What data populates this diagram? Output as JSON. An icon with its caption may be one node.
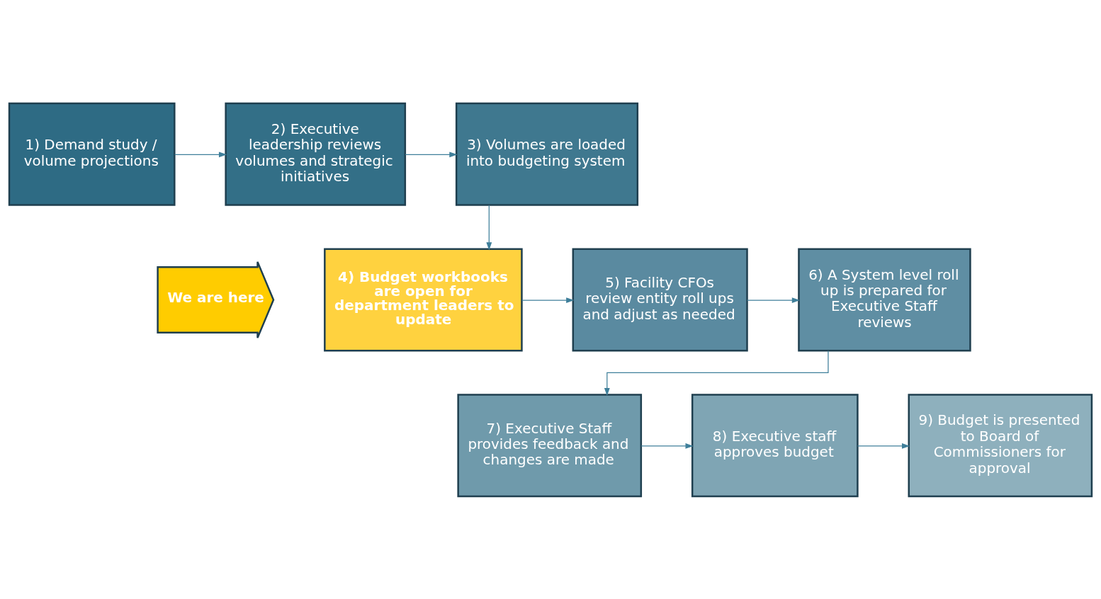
{
  "diagram": {
    "nodes": [
      {
        "text": [
          "We are here"
        ]
      },
      {
        "text": [
          "1) Demand study / volume projections"
        ]
      },
      {
        "text": [
          "2) Executive leadership reviews volumes and strategic initiatives"
        ]
      },
      {
        "text": [
          "3) Volumes are loaded into budgeting system"
        ]
      },
      {
        "text": [
          "4) Budget workbooks are open for department leaders to update"
        ]
      },
      {
        "text": [
          "5) Facility CFOs review entity roll ups and adjust as needed"
        ]
      },
      {
        "text": [
          "6) A System level roll up is prepared for Executive Staff reviews"
        ]
      },
      {
        "text": [
          "7) Executive Staff provides feedback and changes are made"
        ]
      },
      {
        "text": [
          "8) Executive staff approves budget"
        ]
      },
      {
        "text": [
          "9) Budget is presented to Board of Commissioners for approval"
        ]
      }
    ],
    "edges": [
      {
        "from": 1,
        "to": 2,
        "arrow": "to"
      },
      {
        "from": 2,
        "to": 3,
        "arrow": "to"
      },
      {
        "from": 3,
        "to": 4,
        "arrow": "to"
      },
      {
        "from": 4,
        "to": 5,
        "arrow": "to"
      },
      {
        "from": 5,
        "to": 6,
        "arrow": "to"
      },
      {
        "from": 6,
        "to": 7,
        "arrow": "to"
      },
      {
        "from": 7,
        "to": 8,
        "arrow": "to"
      },
      {
        "from": 8,
        "to": 9,
        "arrow": "to"
      }
    ]
  }
}
